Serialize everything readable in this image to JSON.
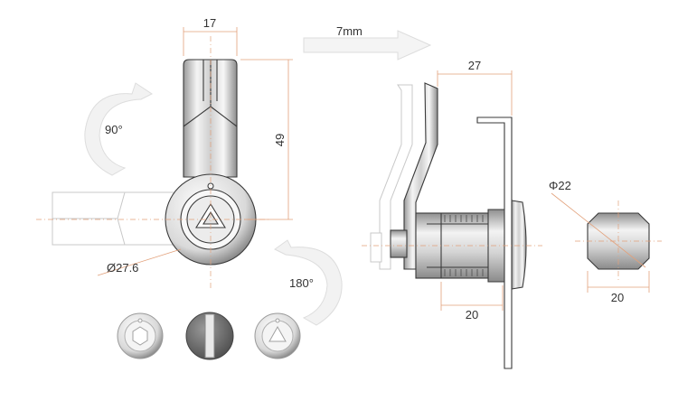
{
  "front_view": {
    "width_dim": "17",
    "height_dim": "49",
    "diameter_dim": "Ø27.6",
    "rotation_90": "90°",
    "rotation_180": "180°"
  },
  "offset_label": "7mm",
  "side_view": {
    "depth_dim": "27",
    "thread_dim": "20"
  },
  "cutout_view": {
    "diameter_dim": "Φ22",
    "flat_dim": "20"
  },
  "colors": {
    "dimension_line": "#e2a07a",
    "outline": "#3a3a3a",
    "ghost": "#c8c8c8",
    "arrow": "#dddddd",
    "dark_key_face": "#6e6e6e"
  },
  "key_faces": [
    "hex-key-face",
    "dark-slotted-face",
    "triangle-key-face"
  ]
}
